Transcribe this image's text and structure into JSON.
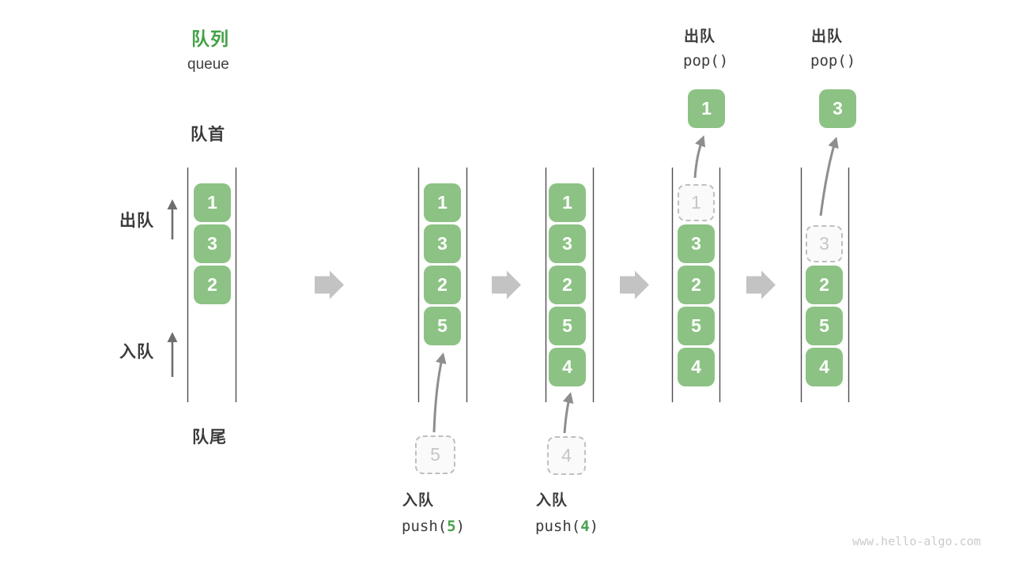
{
  "title": {
    "zh": "队列",
    "en": "queue"
  },
  "side_labels": {
    "front": "队首",
    "rear": "队尾",
    "dequeue": "出队",
    "enqueue": "入队"
  },
  "states": [
    {
      "boxes": [
        {
          "v": "1"
        },
        {
          "v": "3"
        },
        {
          "v": "2"
        }
      ]
    },
    {
      "boxes": [
        {
          "v": "1"
        },
        {
          "v": "3"
        },
        {
          "v": "2"
        },
        {
          "v": "5"
        }
      ],
      "incoming": {
        "v": "5"
      },
      "caption": {
        "action": "入队",
        "code_pre": "push(",
        "arg": "5",
        "code_post": ")"
      }
    },
    {
      "boxes": [
        {
          "v": "1"
        },
        {
          "v": "3"
        },
        {
          "v": "2"
        },
        {
          "v": "5"
        },
        {
          "v": "4"
        }
      ],
      "incoming": {
        "v": "4"
      },
      "caption": {
        "action": "入队",
        "code_pre": "push(",
        "arg": "4",
        "code_post": ")"
      }
    },
    {
      "boxes": [
        {
          "v": "1",
          "ghost": true
        },
        {
          "v": "3"
        },
        {
          "v": "2"
        },
        {
          "v": "5"
        },
        {
          "v": "4"
        }
      ],
      "popped": {
        "v": "1"
      },
      "caption": {
        "action": "出队",
        "code": "pop()"
      }
    },
    {
      "boxes": [
        {
          "v": "3",
          "ghost": true
        },
        {
          "v": "2"
        },
        {
          "v": "5"
        },
        {
          "v": "4"
        }
      ],
      "popped": {
        "v": "3"
      },
      "caption": {
        "action": "出队",
        "code": "pop()"
      }
    }
  ],
  "watermark": "www.hello-algo.com",
  "colors": {
    "box_green": "#8cc284",
    "title_green": "#42a246",
    "code_arg_green": "#4aa14d",
    "dark_text": "#3b3b3b",
    "wall_line": "#4e4e4e",
    "curved_arrow": "#8e8e8e",
    "block_arrow": "#c3c3c3",
    "side_arrow": "#6e6e6e",
    "ghost_border": "#bfbfbf",
    "ghost_text": "#c6c6c6",
    "watermark_gray": "#cbcbcb"
  }
}
